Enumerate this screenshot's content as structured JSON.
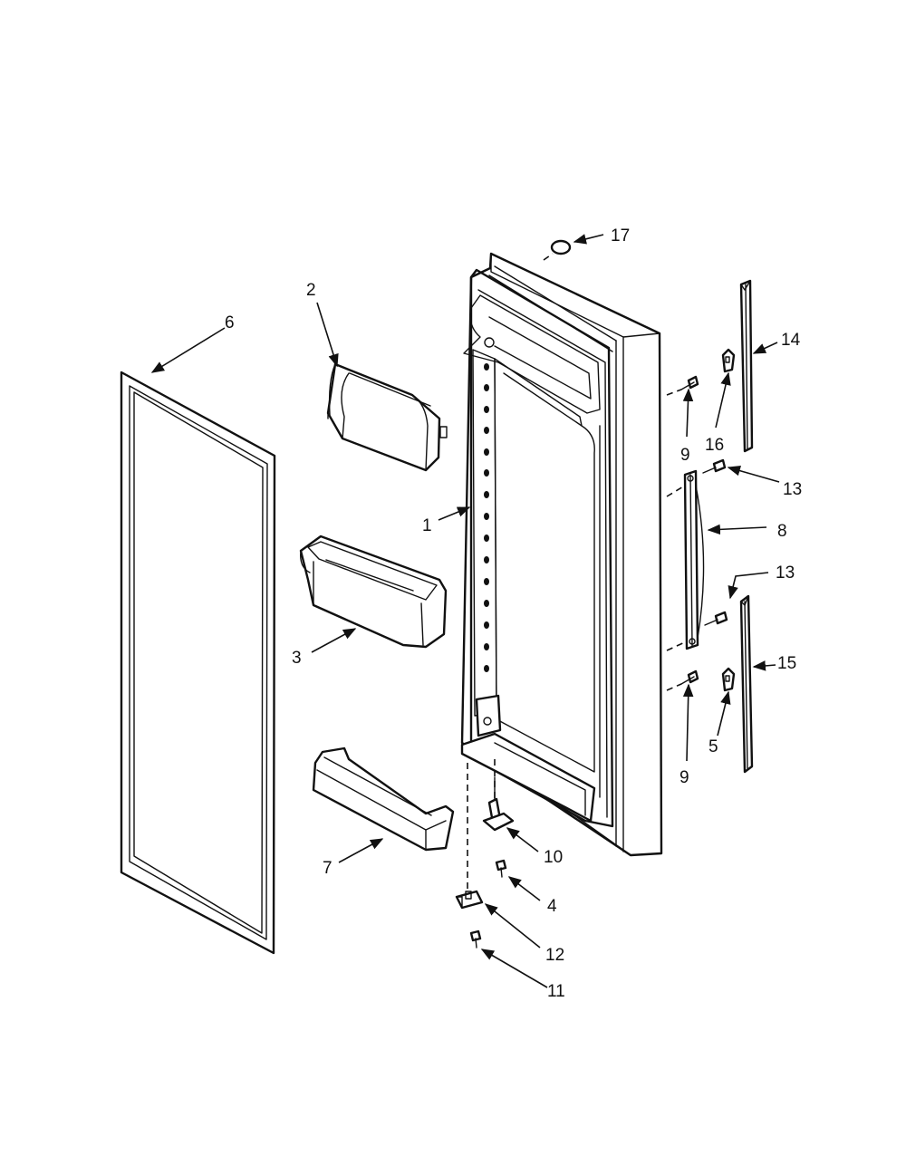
{
  "diagram": {
    "callouts": {
      "c1": "1",
      "c2": "2",
      "c3": "3",
      "c4": "4",
      "c5": "5",
      "c6": "6",
      "c7": "7",
      "c8": "8",
      "c9a": "9",
      "c9b": "9",
      "c10": "10",
      "c11": "11",
      "c12": "12",
      "c13a": "13",
      "c13b": "13",
      "c14": "14",
      "c15": "15",
      "c16": "16",
      "c17": "17"
    }
  }
}
